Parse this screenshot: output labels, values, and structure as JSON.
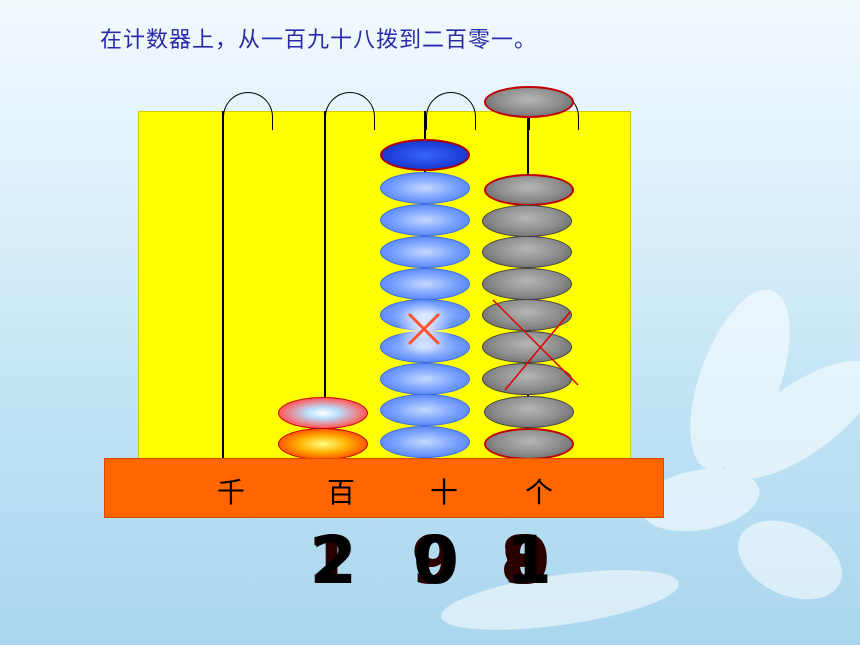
{
  "title": "在计数器上，从一百九十八拨到二百零一。",
  "place_labels": {
    "thousands": "千",
    "hundreds": "百",
    "tens": "十",
    "ones": "个"
  },
  "digits": {
    "hundreds": [
      "1",
      "2"
    ],
    "tens": [
      "9",
      "0"
    ],
    "ones": [
      "8",
      "9",
      "0",
      "1"
    ]
  },
  "colors": {
    "board": "#ffff00",
    "base": "#ff6600",
    "title": "#2a2aa8"
  },
  "counter": {
    "hundreds_beads": 2,
    "tens_beads": 10,
    "ones_beads": 10
  }
}
